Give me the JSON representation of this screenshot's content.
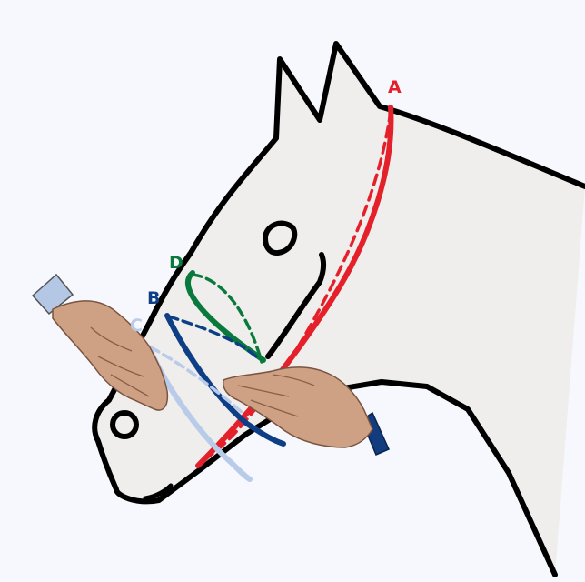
{
  "labels": {
    "a": "A",
    "b": "B",
    "c": "C",
    "d": "D"
  },
  "colors": {
    "background": "#f6f8fd",
    "horse": "#efeeec",
    "outline": "#000000",
    "a": "#e4202b",
    "b": "#0e3f86",
    "c": "#b8cbe9",
    "d": "#0a7a3c",
    "skin": "#cfa184",
    "cuff_left": "#b4c8e6",
    "cuff_right": "#123c7d"
  },
  "icons": [
    "left-hand-icon",
    "right-hand-icon"
  ]
}
